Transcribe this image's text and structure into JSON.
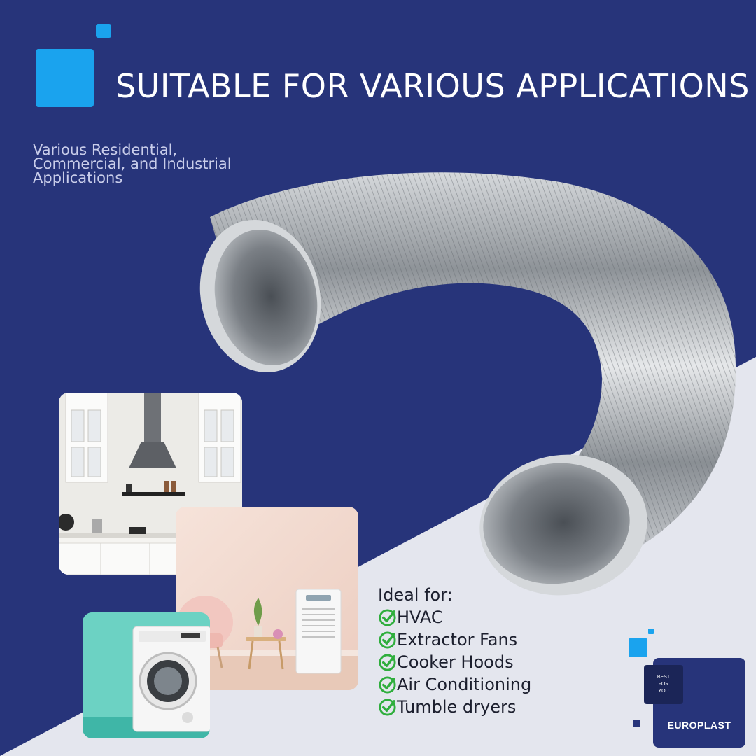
{
  "header": {
    "title": "SUITABLE FOR VARIOUS APPLICATIONS"
  },
  "intro": {
    "line1": "Various Residential,",
    "line2": "Commercial, and Industrial",
    "line3": "Applications"
  },
  "ideal": {
    "heading": "Ideal for:",
    "items": [
      "HVAC",
      "Extractor Fans",
      "Cooker Hoods",
      "Air Conditioning",
      "Tumble dryers"
    ]
  },
  "brand": {
    "tagline_1": "BEST",
    "tagline_2": "FOR",
    "tagline_3": "YOU",
    "name": "EUROPLAST"
  },
  "colors": {
    "navy": "#27347a",
    "accent_blue": "#1aa3ee",
    "light_panel": "#e4e6ee",
    "check_green": "#2fae3d"
  },
  "icons": {
    "check": "check-circle-icon",
    "logo_squares": "square-logo-icon"
  }
}
